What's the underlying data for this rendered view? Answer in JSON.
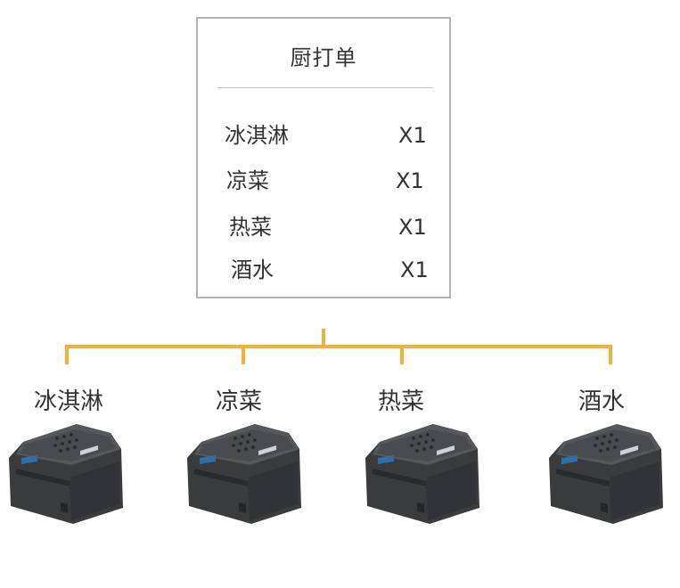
{
  "ticket": {
    "title": "厨打单",
    "items": [
      {
        "name": "冰淇淋",
        "qty": "X1"
      },
      {
        "name": "凉菜",
        "qty": "X1"
      },
      {
        "name": "热菜",
        "qty": "X1"
      },
      {
        "name": "酒水",
        "qty": "X1"
      }
    ]
  },
  "printers": [
    {
      "label": "冰淇淋",
      "icon": "printer-icon"
    },
    {
      "label": "凉菜",
      "icon": "printer-icon"
    },
    {
      "label": "热菜",
      "icon": "printer-icon"
    },
    {
      "label": "酒水",
      "icon": "printer-icon"
    }
  ],
  "colors": {
    "connector": "#f2b035",
    "ticket_border": "#b3b3b3",
    "printer_body": "#3a3b3d",
    "printer_top": "#505155"
  }
}
